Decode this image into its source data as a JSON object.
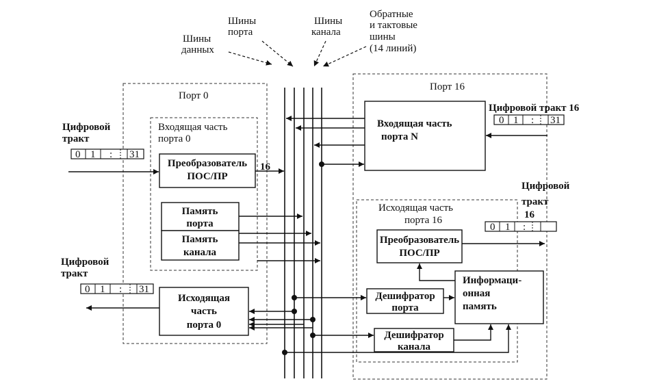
{
  "labels": {
    "bus_data": [
      "Шины",
      "данных"
    ],
    "bus_port": [
      "Шины",
      "порта"
    ],
    "bus_channel": [
      "Шины",
      "канала"
    ],
    "bus_feedback": [
      "Обратные",
      "и тактовые",
      "шины",
      "(14 линий)"
    ],
    "port0_title": "Порт 0",
    "port16_title": "Порт 16",
    "port0_in_title": [
      "Входящая часть",
      "порта 0"
    ],
    "port16_in": [
      "Входящая часть",
      "порта N"
    ],
    "port16_out_title": [
      "Исходящая часть",
      "порта 16"
    ],
    "converter_in": [
      "Преобразователь",
      "ПОС/ПР"
    ],
    "converter_out": [
      "Преобразователь",
      "ПОС/ПР"
    ],
    "port_memory": [
      "Память",
      "порта"
    ],
    "channel_memory": [
      "Память",
      "канала"
    ],
    "port0_out": [
      "Исходящая",
      "часть",
      "порта 0"
    ],
    "port_decoder": [
      "Дешифратор",
      "порта"
    ],
    "channel_decoder": [
      "Дешифратор",
      "канала"
    ],
    "info_memory": [
      "Информаци-",
      "онная",
      "память"
    ],
    "bit_width": "16",
    "digital_in_left": [
      "Цифровой",
      "тракт"
    ],
    "digital_out_left": [
      "Цифровой",
      "тракт"
    ],
    "digital_in_right": "Цифровой тракт 16",
    "digital_out_right": [
      "Цифровой",
      "тракт",
      "16"
    ],
    "slot_first": "0",
    "slot_second": "1",
    "slot_colon": ":",
    "slot_last": "31"
  }
}
